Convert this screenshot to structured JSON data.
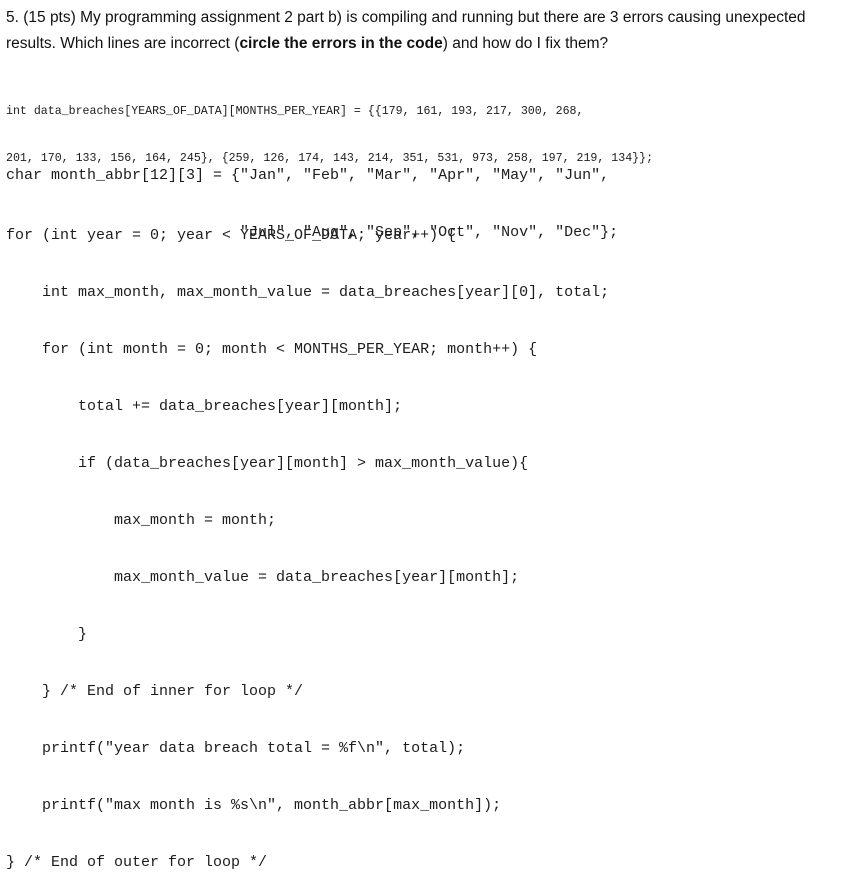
{
  "question": {
    "part1": "5. (15 pts) My programming assignment 2 part b) is compiling and running but there are 3 errors causing unexpected results. Which lines are incorrect (",
    "bold": "circle the errors in the code",
    "part2": ") and how do I fix them?"
  },
  "code_blocks": {
    "data_breaches": [
      "int data_breaches[YEARS_OF_DATA][MONTHS_PER_YEAR] = {{179, 161, 193, 217, 300, 268,",
      "201, 170, 133, 156, 164, 245}, {259, 126, 174, 143, 214, 351, 531, 973, 258, 197, 219, 134}};"
    ],
    "month_abbr": [
      "char month_abbr[12][3] = {\"Jan\", \"Feb\", \"Mar\", \"Apr\", \"May\", \"Jun\",",
      "                          \"Jul\", \"Aug\", \"Sep\", \"Oct\", \"Nov\", \"Dec\"};"
    ],
    "loop": [
      "for (int year = 0; year < YEARS_OF_DATA; year++) {",
      "    int max_month, max_month_value = data_breaches[year][0], total;",
      "    for (int month = 0; month < MONTHS_PER_YEAR; month++) {",
      "        total += data_breaches[year][month];",
      "        if (data_breaches[year][month] > max_month_value){",
      "            max_month = month;",
      "            max_month_value = data_breaches[year][month];",
      "        }",
      "    } /* End of inner for loop */",
      "    printf(\"year data breach total = %f\\n\", total);",
      "    printf(\"max month is %s\\n\", month_abbr[max_month]);",
      "} /* End of outer for loop */"
    ]
  }
}
